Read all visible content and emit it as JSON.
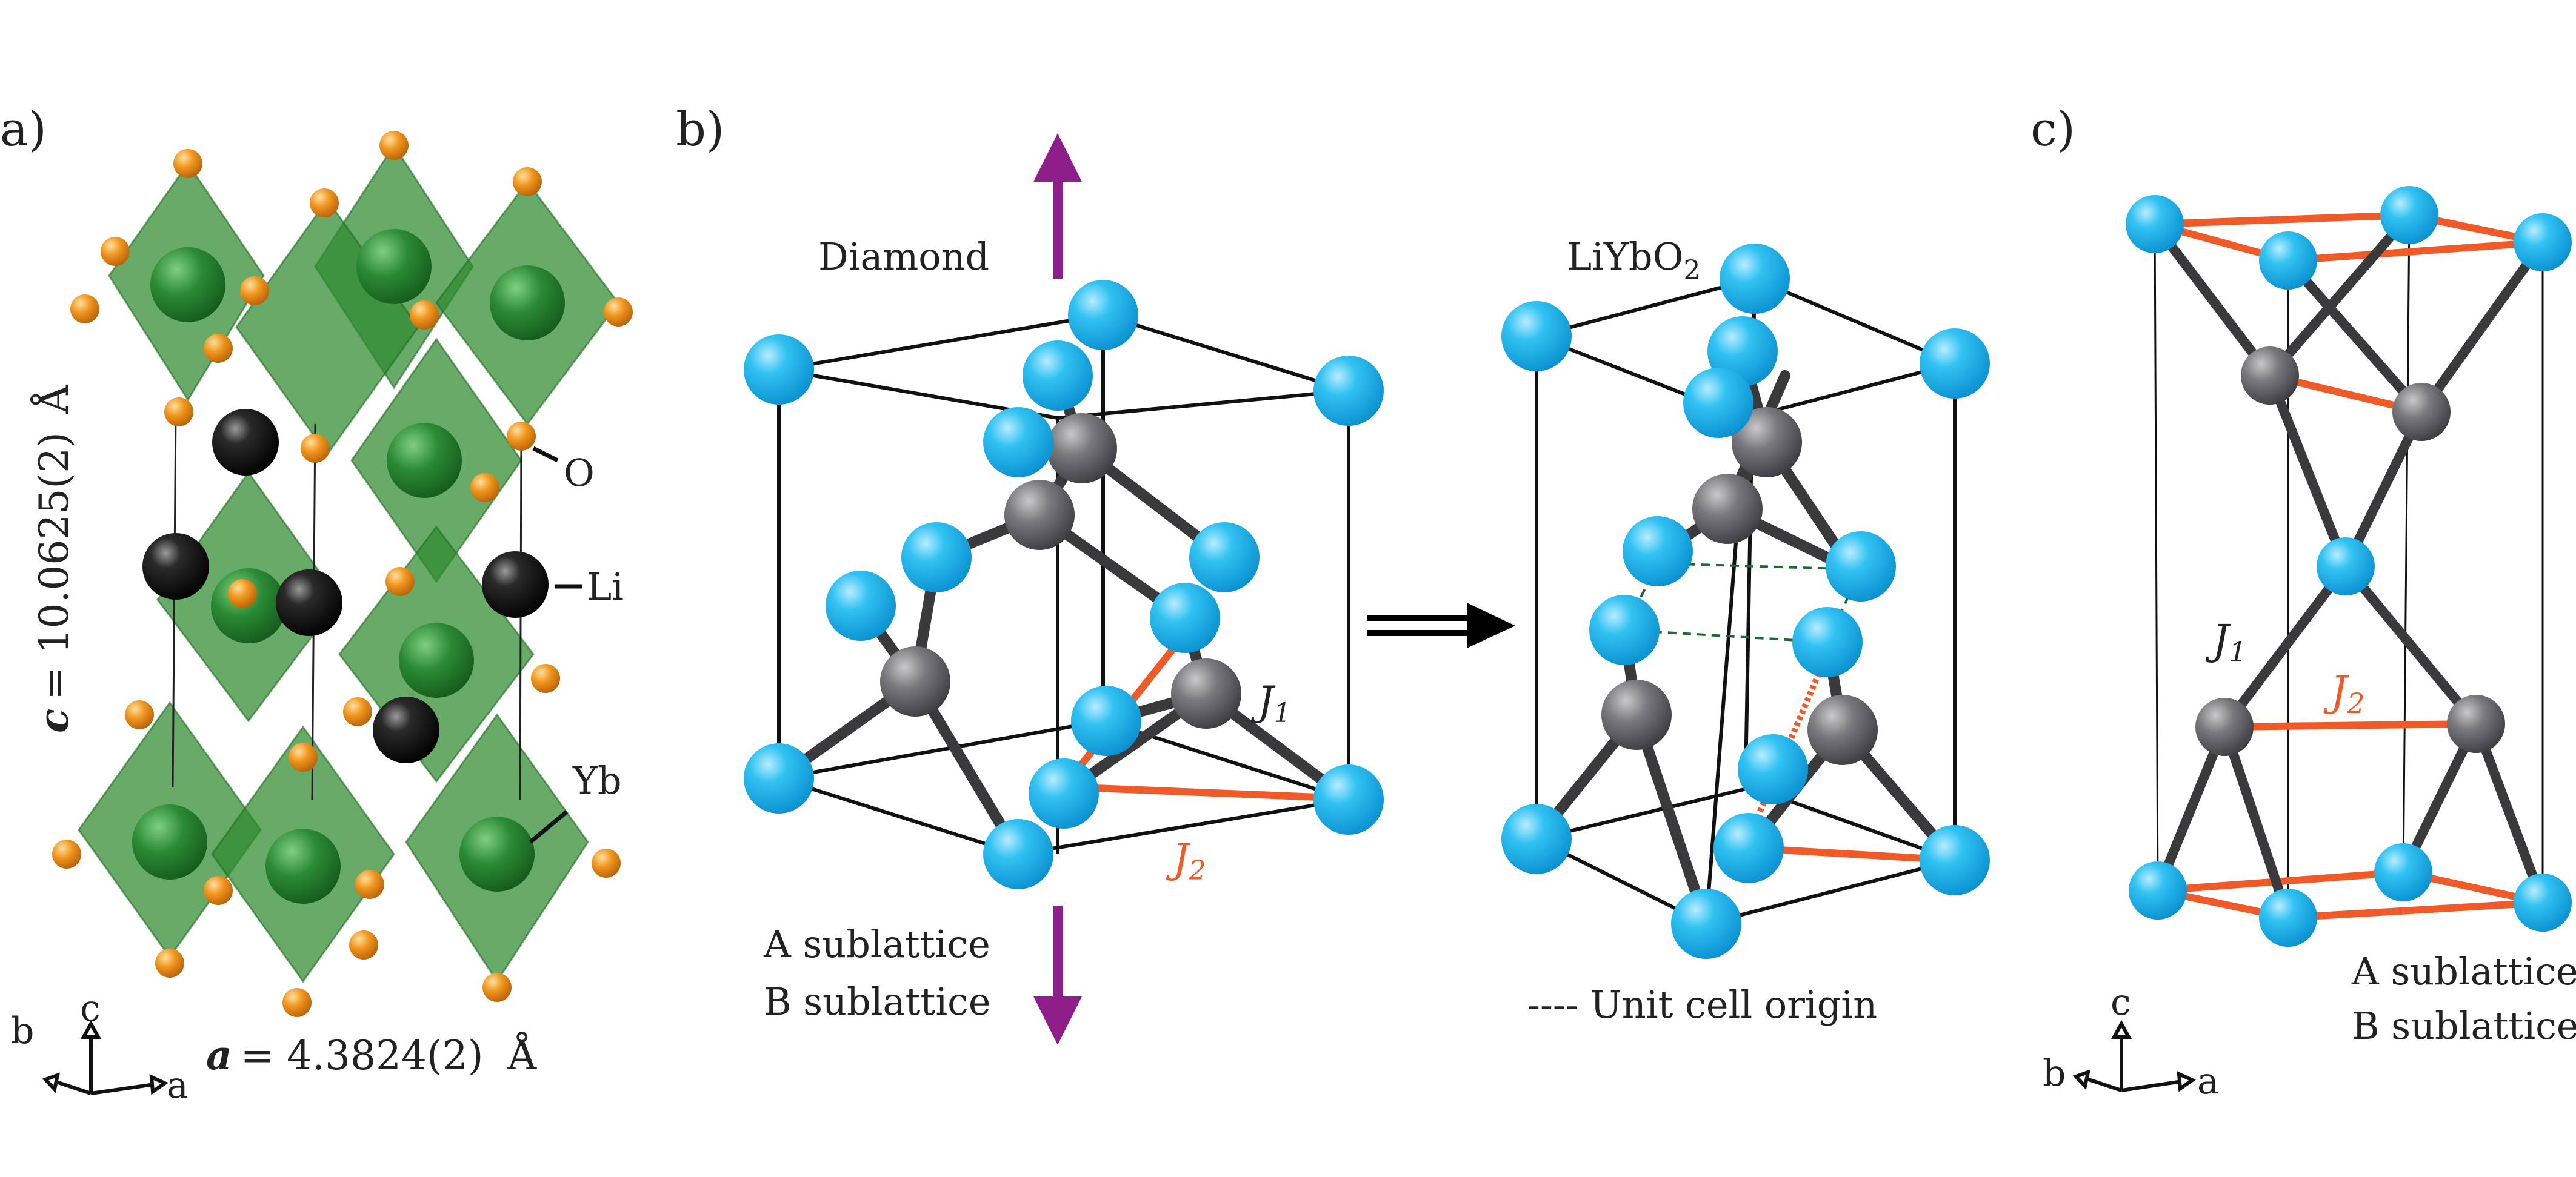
{
  "panels": {
    "a": {
      "label": "a)",
      "c_param": {
        "symbol": "c",
        "value": "= 10.0625(2)",
        "unit": "Å"
      },
      "a_param": {
        "symbol": "a",
        "value": "= 4.3824(2)",
        "unit": "Å"
      },
      "atom_labels": {
        "O": "O",
        "Li": "Li",
        "Yb": "Yb"
      },
      "axes": {
        "c": "c",
        "b": "b",
        "a": "a"
      }
    },
    "b": {
      "label": "b)",
      "left_title": "Diamond",
      "right_title_main": "LiYbO",
      "right_title_sub": "2",
      "J1_main": "J",
      "J1_sub": "1",
      "J2_main": "J",
      "J2_sub": "2",
      "legend_a": "A sublattice",
      "legend_b": "B sublattice",
      "unit_cell_legend": "---- Unit cell origin"
    },
    "c": {
      "label": "c)",
      "J1_main": "J",
      "J1_sub": "1",
      "J2_main": "J",
      "J2_sub": "2",
      "axes": {
        "c": "c",
        "b": "b",
        "a": "a"
      },
      "legend_a": "A sublattice",
      "legend_b": "B sublattice"
    }
  },
  "colors": {
    "a_sublattice": "#12b4ea",
    "b_sublattice": "#6e6e72",
    "exchange_j2": "#f05a28",
    "arrow": "#8e1f8a",
    "unit_cell_origin": "#1d6b32",
    "octahedron": "#2e8b2e",
    "oxygen": "#e58a16",
    "lithium": "#111111"
  }
}
